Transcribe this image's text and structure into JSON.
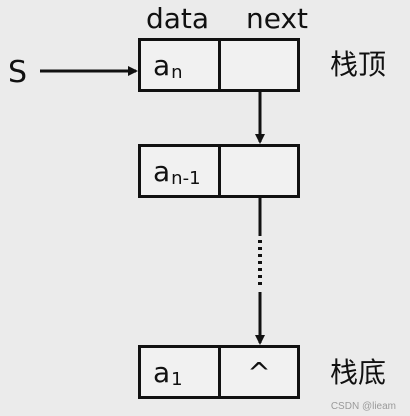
{
  "headers": {
    "data": "data",
    "next": "next"
  },
  "pointer": {
    "label": "S"
  },
  "nodes": {
    "top": {
      "data_main": "a",
      "data_sub": "n",
      "next": ""
    },
    "second": {
      "data_main": "a",
      "data_sub": "n-1",
      "next": ""
    },
    "bottom": {
      "data_main": "a",
      "data_sub": "1",
      "next": "^"
    }
  },
  "labels": {
    "top": "栈顶",
    "bottom": "栈底"
  },
  "watermark": "CSDN @lieam",
  "colors": {
    "ink": "#111111",
    "background": "#ebebeb",
    "box_fill": "#f1f1f1"
  }
}
